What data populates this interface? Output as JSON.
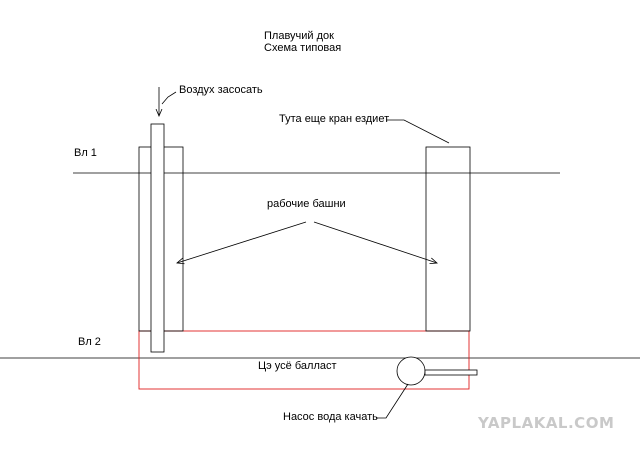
{
  "title": {
    "line1": "Плавучий док",
    "line2": "Схема типовая"
  },
  "labels": {
    "air_intake": "Воздух засосать",
    "crane": "Тута еще кран ездиет",
    "water_level_1": "Вл 1",
    "water_level_2": "Вл 2",
    "towers": "рабочие башни",
    "ballast": "Цэ усё балласт",
    "pump": "Насос вода качать"
  },
  "watermark": "YAPLAKAL.COM",
  "colors": {
    "line": "#000000",
    "ballast": "#e02020",
    "background": "#ffffff",
    "watermark": "#c9c9c9"
  }
}
